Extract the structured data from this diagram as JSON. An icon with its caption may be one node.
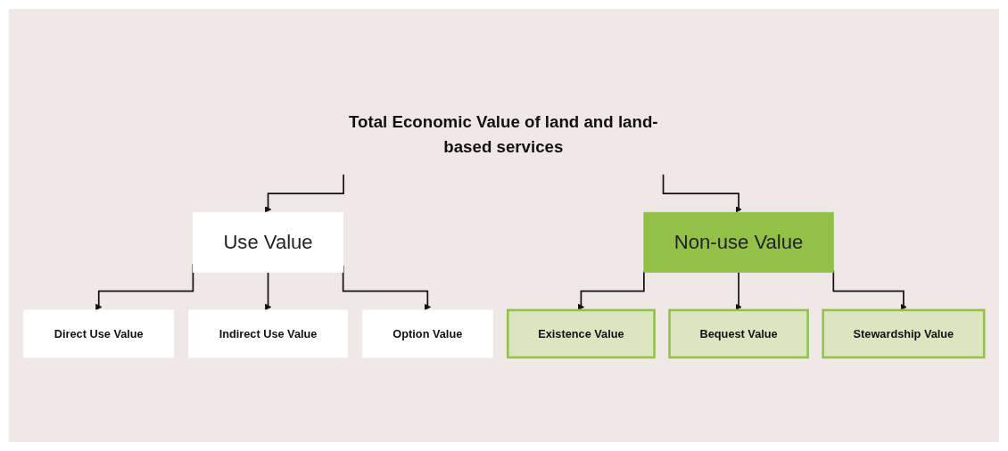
{
  "diagram": {
    "nodes": [
      {
        "text": [
          "Total Economic Value of land and land-based services"
        ]
      },
      {
        "text": [
          "Use Value"
        ]
      },
      {
        "text": [
          "Non-use Value"
        ]
      },
      {
        "text": [
          "Direct Use Value"
        ]
      },
      {
        "text": [
          "Indirect Use Value"
        ]
      },
      {
        "text": [
          "Option Value"
        ]
      },
      {
        "text": [
          "Existence Value"
        ]
      },
      {
        "text": [
          "Bequest Value"
        ]
      },
      {
        "text": [
          "Stewardship Value"
        ]
      }
    ],
    "edges": [
      {
        "from": 0,
        "to": 1,
        "arrow": "to"
      },
      {
        "from": 0,
        "to": 2,
        "arrow": "to"
      },
      {
        "from": 1,
        "to": 3,
        "arrow": "to"
      },
      {
        "from": 1,
        "to": 4,
        "arrow": "to"
      },
      {
        "from": 1,
        "to": 5,
        "arrow": "to"
      },
      {
        "from": 2,
        "to": 6,
        "arrow": "to"
      },
      {
        "from": 2,
        "to": 7,
        "arrow": "to"
      },
      {
        "from": 2,
        "to": 8,
        "arrow": "to"
      }
    ]
  }
}
